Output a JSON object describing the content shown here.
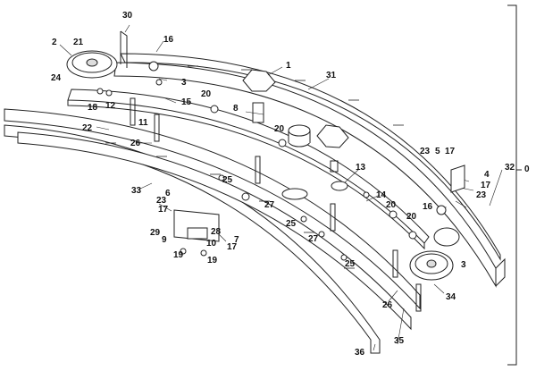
{
  "diagram": {
    "assembly_callout": "0",
    "callouts": [
      "1",
      "2",
      "3",
      "3",
      "4",
      "5",
      "6",
      "7",
      "8",
      "9",
      "10",
      "11",
      "12",
      "13",
      "14",
      "15",
      "16",
      "16",
      "17",
      "17",
      "17",
      "17",
      "18",
      "19",
      "19",
      "20",
      "20",
      "20",
      "20",
      "21",
      "22",
      "23",
      "23",
      "23",
      "24",
      "25",
      "25",
      "25",
      "26",
      "26",
      "27",
      "27",
      "28",
      "29",
      "30",
      "31",
      "32",
      "33",
      "34",
      "35",
      "36"
    ]
  }
}
